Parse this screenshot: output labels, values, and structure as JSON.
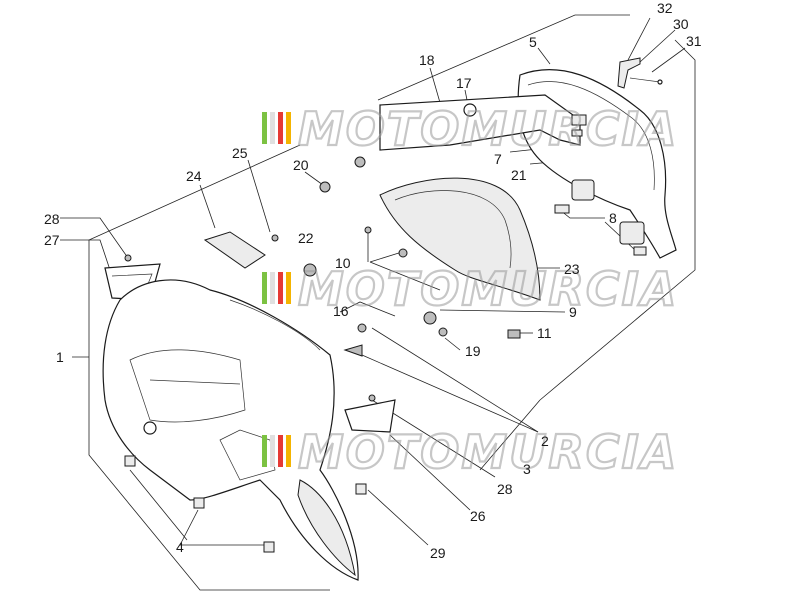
{
  "diagram": {
    "callouts": [
      {
        "id": "c32",
        "text": "32"
      },
      {
        "id": "c30",
        "text": "30"
      },
      {
        "id": "c31",
        "text": "31"
      },
      {
        "id": "c5",
        "text": "5"
      },
      {
        "id": "c18",
        "text": "18"
      },
      {
        "id": "c17",
        "text": "17"
      },
      {
        "id": "c7",
        "text": "7"
      },
      {
        "id": "c21",
        "text": "21"
      },
      {
        "id": "c8",
        "text": "8"
      },
      {
        "id": "c25",
        "text": "25"
      },
      {
        "id": "c20",
        "text": "20"
      },
      {
        "id": "c24",
        "text": "24"
      },
      {
        "id": "c22",
        "text": "22"
      },
      {
        "id": "c28a",
        "text": "28"
      },
      {
        "id": "c27",
        "text": "27"
      },
      {
        "id": "c10",
        "text": "10"
      },
      {
        "id": "c23",
        "text": "23"
      },
      {
        "id": "c9",
        "text": "9"
      },
      {
        "id": "c16",
        "text": "16"
      },
      {
        "id": "c11",
        "text": "11"
      },
      {
        "id": "c19",
        "text": "19"
      },
      {
        "id": "c1",
        "text": "1"
      },
      {
        "id": "c2",
        "text": "2"
      },
      {
        "id": "c28b",
        "text": "28"
      },
      {
        "id": "c3",
        "text": "3"
      },
      {
        "id": "c26",
        "text": "26"
      },
      {
        "id": "c4",
        "text": "4"
      },
      {
        "id": "c29",
        "text": "29"
      }
    ],
    "watermark": "MOTOMURCIA",
    "watermark_colors": [
      "#7cc242",
      "#ffffff",
      "#e53935",
      "#f4b400"
    ]
  }
}
